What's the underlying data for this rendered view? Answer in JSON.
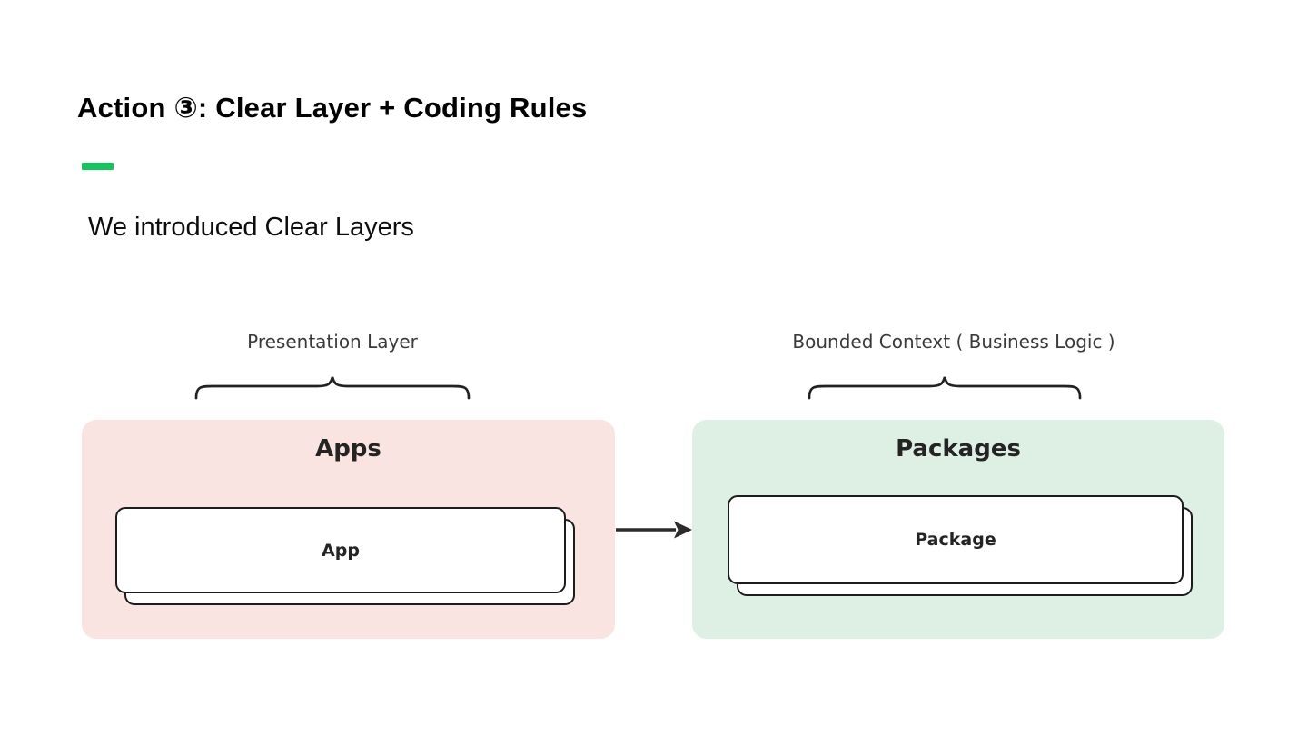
{
  "slide": {
    "title": "Action ③: Clear Layer + Coding Rules",
    "subtitle": "We introduced Clear Layers",
    "accent_color": "#17C35F",
    "background_color": "#FFFFFF"
  },
  "diagram": {
    "left_group": {
      "brace_label": "Presentation Layer",
      "group_label": "Apps",
      "card_label": "App",
      "bg_color": "#F9E4E1"
    },
    "right_group": {
      "brace_label": "Bounded Context ( Business Logic )",
      "group_label": "Packages",
      "card_label": "Package",
      "bg_color": "#DEF0E4"
    },
    "arrow": {
      "direction": "left-to-right",
      "color": "#2B2B2B"
    },
    "icons": {
      "brace": "curly-brace-top",
      "arrow": "right-arrow"
    }
  }
}
